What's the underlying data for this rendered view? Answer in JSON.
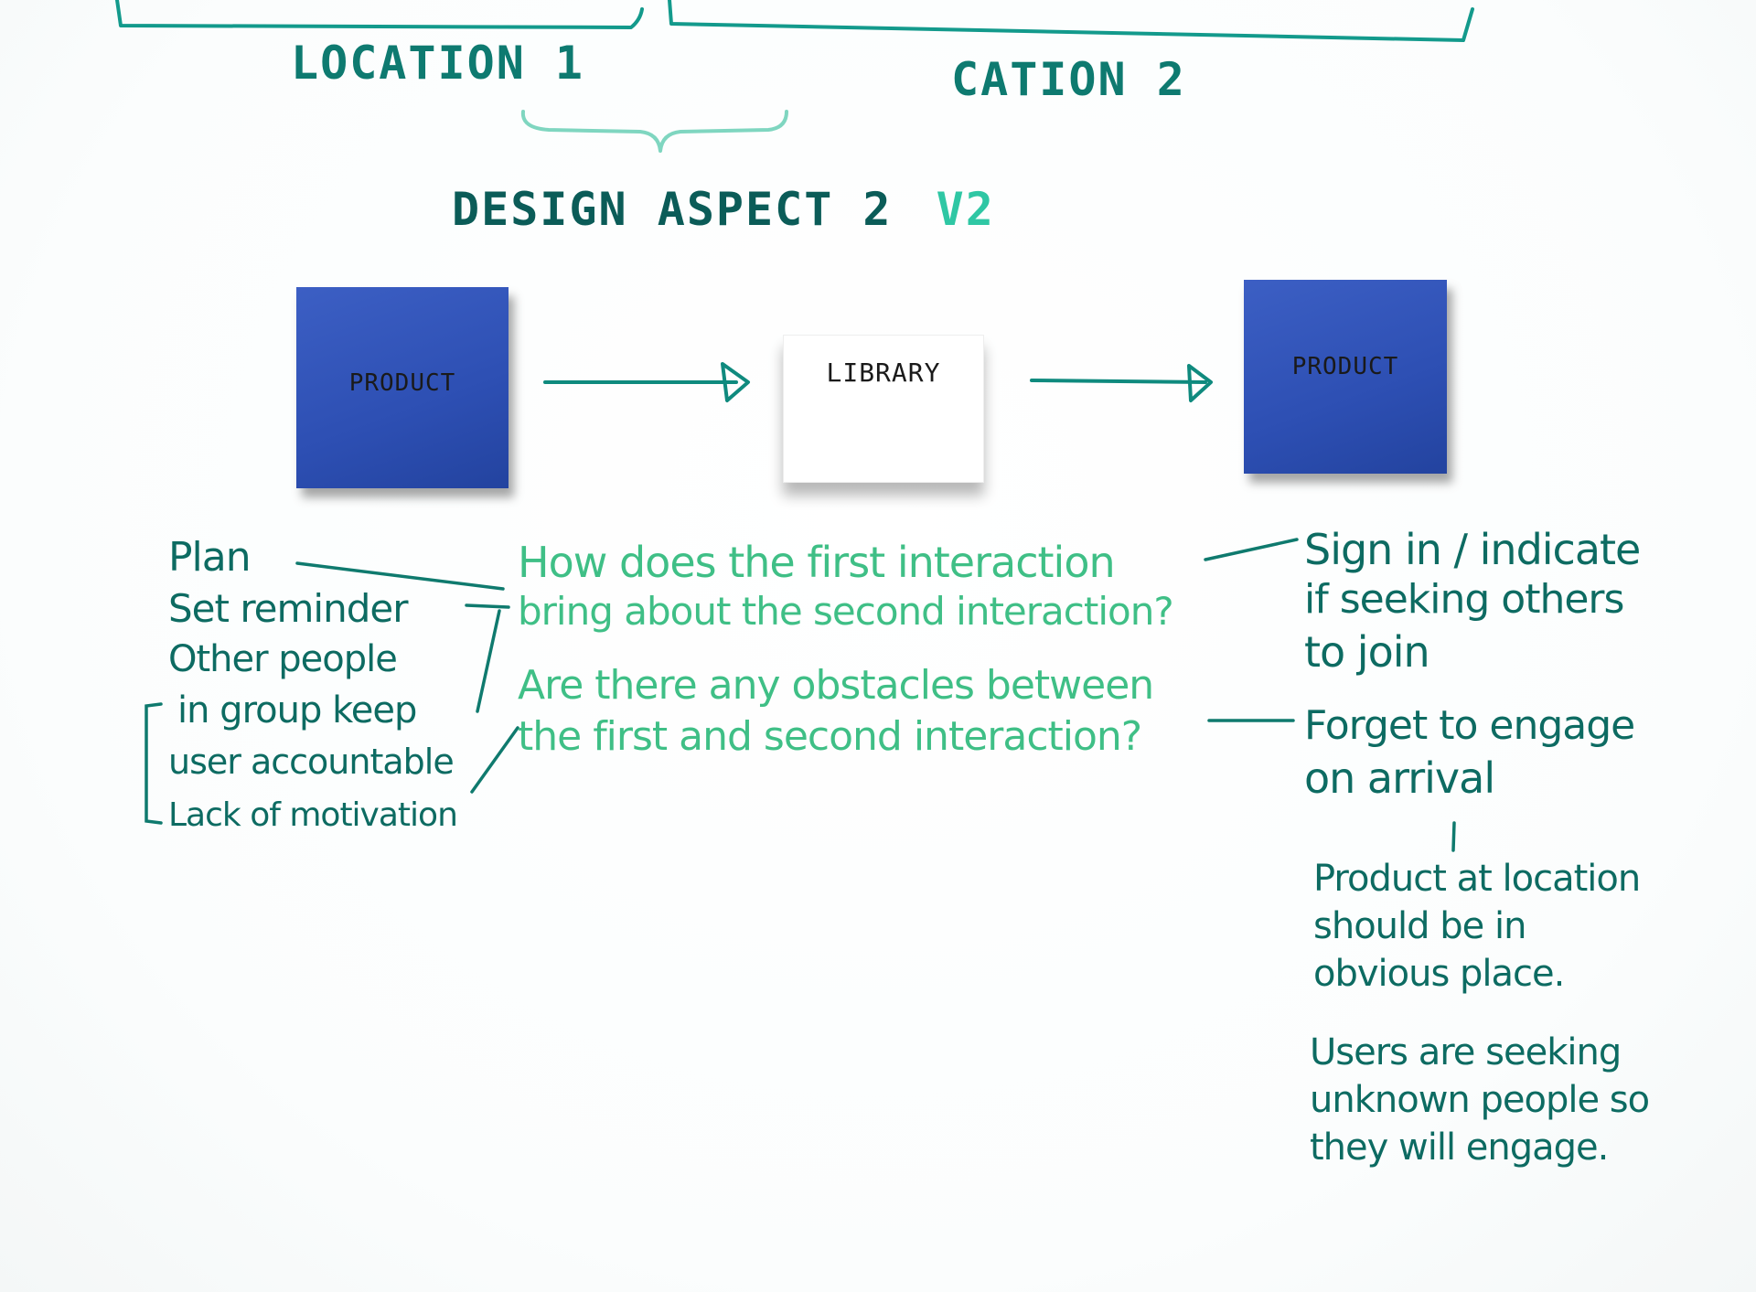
{
  "header": {
    "location_1": "LOCATION 1",
    "location_2": "CATION 2",
    "title_main": "DESIGN ASPECT 2",
    "title_version": "V2"
  },
  "flow": {
    "left_note": "PRODUCT",
    "middle_note": "LIBRARY",
    "right_note": "PRODUCT"
  },
  "left_notes": [
    "Plan",
    "Set reminder",
    "Other people",
    "in group keep",
    "user accountable",
    "Lack of motivation"
  ],
  "center_questions": [
    "How does the first interaction",
    "bring about the second interaction?",
    "Are there any obstacles between",
    "the first and second interaction?"
  ],
  "right_notes": [
    "Sign in / indicate",
    "if seeking others",
    "to join",
    "Forget to engage",
    "on arrival"
  ],
  "right_notes_block2": [
    "Product at location",
    "should be in",
    "obvious place."
  ],
  "right_notes_block3": [
    "Users are seeking",
    "unknown people so",
    "they will engage."
  ],
  "colors": {
    "dark_ink": "#0d6b62",
    "light_ink": "#3fbf86",
    "sticky_blue": "#2d4fb3",
    "sticky_white": "#ffffff"
  }
}
